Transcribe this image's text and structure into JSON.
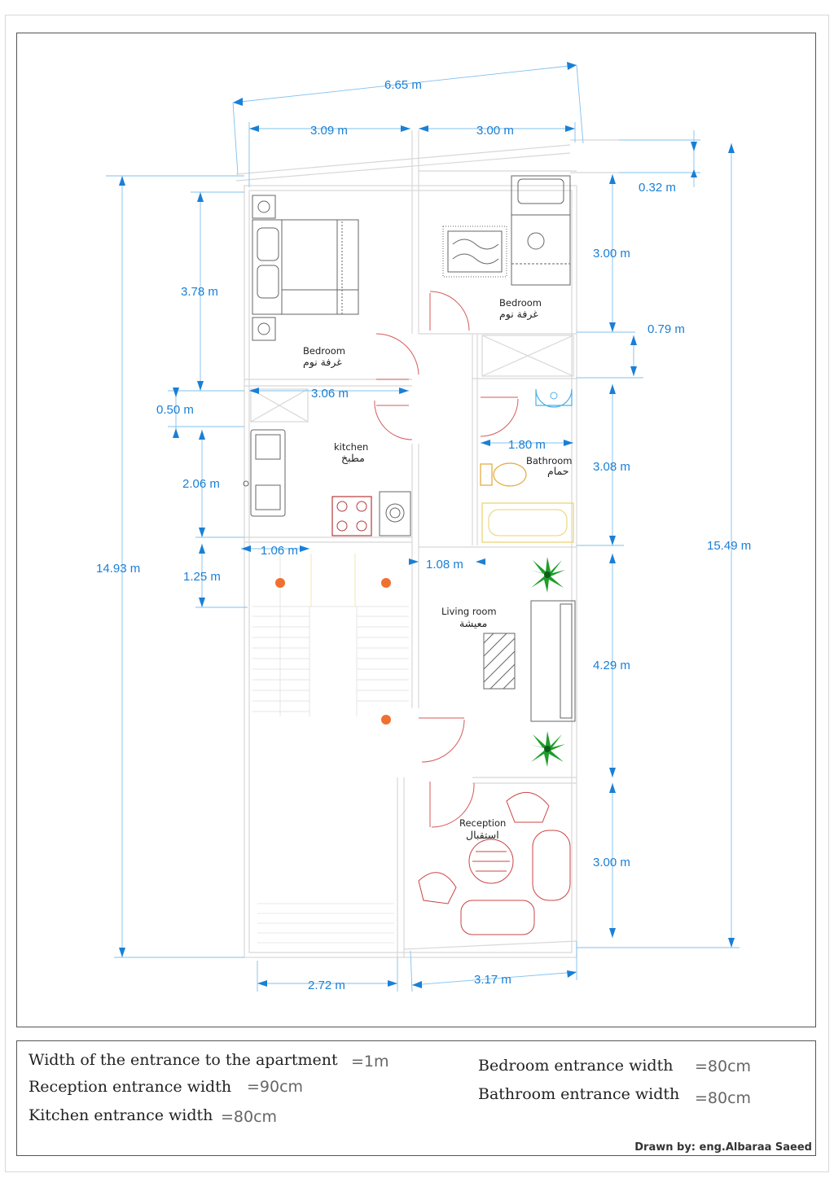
{
  "dimensions": {
    "overall_width": "6.65 m",
    "left_width": "3.09 m",
    "right_width": "3.00 m",
    "right_top_offset": "0.32 m",
    "right_bedroom_depth": "3.00 m",
    "right_corridor_depth": "0.79 m",
    "bathroom_depth": "3.08 m",
    "overall_right": "15.49 m",
    "overall_left": "14.93 m",
    "left_bedroom_depth": "3.78 m",
    "kitchen_wall_width": "3.06 m",
    "closet_depth": "0.50 m",
    "kitchen_depth": "2.06 m",
    "stair_landing": "1.25 m",
    "stair_width": "1.06 m",
    "corridor_width": "1.08 m",
    "bathroom_width": "1.80 m",
    "living_depth": "4.29 m",
    "reception_depth": "3.00 m",
    "bottom_left_width": "2.72 m",
    "bottom_right_width": "3.17 m"
  },
  "rooms": {
    "bedroom_left": {
      "en": "Bedroom",
      "ar": "غرفة نوم"
    },
    "bedroom_right": {
      "en": "Bedroom",
      "ar": "غرفة نوم"
    },
    "kitchen": {
      "en": "kitchen",
      "ar": "مطبخ"
    },
    "bathroom": {
      "en": "Bathroom",
      "ar": "حمام"
    },
    "living": {
      "en": "Living room",
      "ar": "معيشة"
    },
    "reception": {
      "en": "Reception",
      "ar": "استقبال"
    }
  },
  "notes": {
    "apartment_entrance": {
      "label": "Width of the entrance to the apartment",
      "value": "=1m"
    },
    "reception_entrance": {
      "label": "Reception entrance width",
      "value": "=90cm"
    },
    "kitchen_entrance": {
      "label": "Kitchen entrance width",
      "value": "=80cm"
    },
    "bedroom_entrance": {
      "label": "Bedroom entrance width",
      "value": "=80cm"
    },
    "bathroom_entrance": {
      "label": "Bathroom entrance width",
      "value": "=80cm"
    }
  },
  "credit": "Drawn by: eng.Albaraa Saeed",
  "colors": {
    "dimension": "#1a7fd6",
    "dimension_line": "#7fc0ee",
    "wall": "#d7d7d7",
    "door": "#d75a5a",
    "plant": "#1f9d2b"
  }
}
